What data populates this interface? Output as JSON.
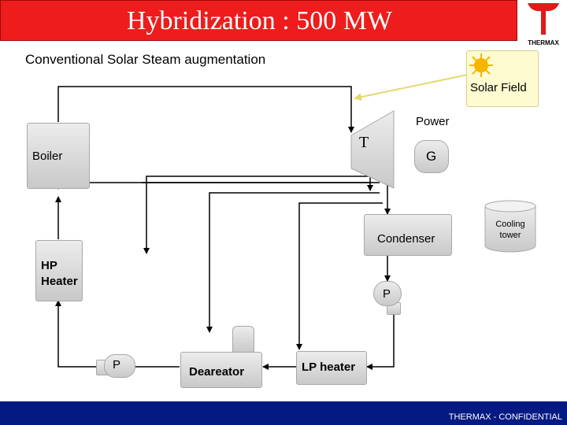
{
  "header": {
    "title": "Hybridization : 500 MW",
    "logo_text": "THERMAX"
  },
  "subtitle": "Conventional Solar Steam augmentation",
  "components": {
    "solar_field": "Solar Field",
    "power": "Power",
    "turbine": "T",
    "generator": "G",
    "boiler": "Boiler",
    "condenser": "Condenser",
    "cooling_tower": "Cooling tower",
    "hp_heater": "HP Heater",
    "pump_condensate": "P",
    "pump_feed": "P",
    "deaerator": "Deareator",
    "lp_heater": "LP heater"
  },
  "footer": {
    "text": "THERMAX - CONFIDENTIAL"
  },
  "colors": {
    "title_bar": "#ee1c1c",
    "footer_bar": "#041a82",
    "solar_box": "#fffbd0",
    "solar_line": "#e8e48a",
    "sun": "#f7b500"
  }
}
